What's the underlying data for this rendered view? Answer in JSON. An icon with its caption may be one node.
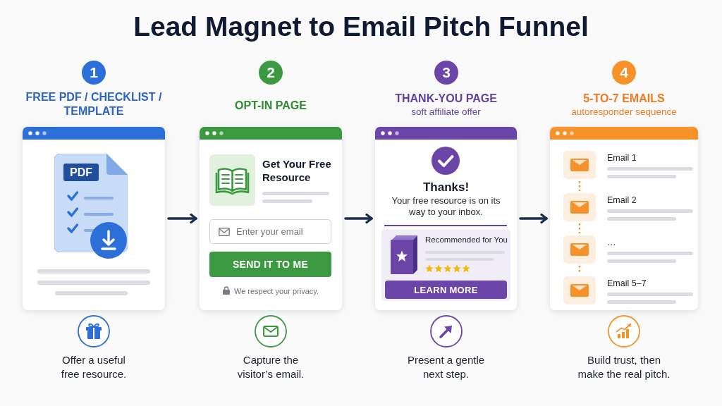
{
  "diagram": {
    "title": "Lead Magnet to Email Pitch Funnel",
    "nodes": [
      {
        "text": [
          "1"
        ]
      },
      {
        "text": [
          "FREE PDF / CHECKLIST / TEMPLATE"
        ]
      },
      {
        "text": [
          "PDF"
        ],
        "in": 1
      },
      {
        "text": [
          "2"
        ]
      },
      {
        "text": [
          "OPT-IN PAGE",
          "Get Your Free Resource",
          "We respect your privacy."
        ]
      },
      {
        "text": [
          "Enter your email"
        ],
        "in": 4
      },
      {
        "text": [
          "SEND IT TO ME"
        ],
        "in": 4
      },
      {
        "text": [
          "3"
        ]
      },
      {
        "text": [
          "THANK-YOU PAGE",
          "soft affiliate offer",
          "Thanks!",
          "Your free resource is on its way to your inbox."
        ]
      },
      {
        "text": [
          "Recommended for You"
        ],
        "in": 8
      },
      {
        "text": [
          "LEARN MORE"
        ],
        "in": 9
      },
      {
        "text": [
          "4"
        ]
      },
      {
        "text": [
          "5-TO-7 EMAILS",
          "autoresponder sequence"
        ]
      },
      {
        "text": [],
        "shape": "box",
        "in": 12,
        "beside": [
          "Email 1"
        ]
      },
      {
        "text": [],
        "shape": "box",
        "in": 12,
        "beside": [
          "Email 2"
        ]
      },
      {
        "text": [],
        "shape": "box",
        "in": 12,
        "beside": [
          "…"
        ]
      },
      {
        "text": [],
        "shape": "box",
        "in": 12,
        "beside": [
          "Email 5–7"
        ]
      }
    ],
    "edges": [
      {
        "from": 1,
        "to": 4,
        "arrow": "to"
      },
      {
        "from": 4,
        "to": 8,
        "arrow": "to"
      },
      {
        "from": 8,
        "to": 12,
        "arrow": "to"
      },
      {
        "from": 13,
        "to": 14,
        "arrow": "none",
        "style": "dashed",
        "color": "#f7922b"
      },
      {
        "from": 14,
        "to": 15,
        "arrow": "none",
        "style": "dashed",
        "color": "#f7922b"
      },
      {
        "from": 15,
        "to": 16,
        "arrow": "none",
        "style": "dashed",
        "color": "#f7922b"
      }
    ],
    "labels": [
      "Offer a useful free resource.",
      "Capture the visitor’s email.",
      "Present a gentle next step.",
      "Build trust, then make the real pitch."
    ]
  }
}
